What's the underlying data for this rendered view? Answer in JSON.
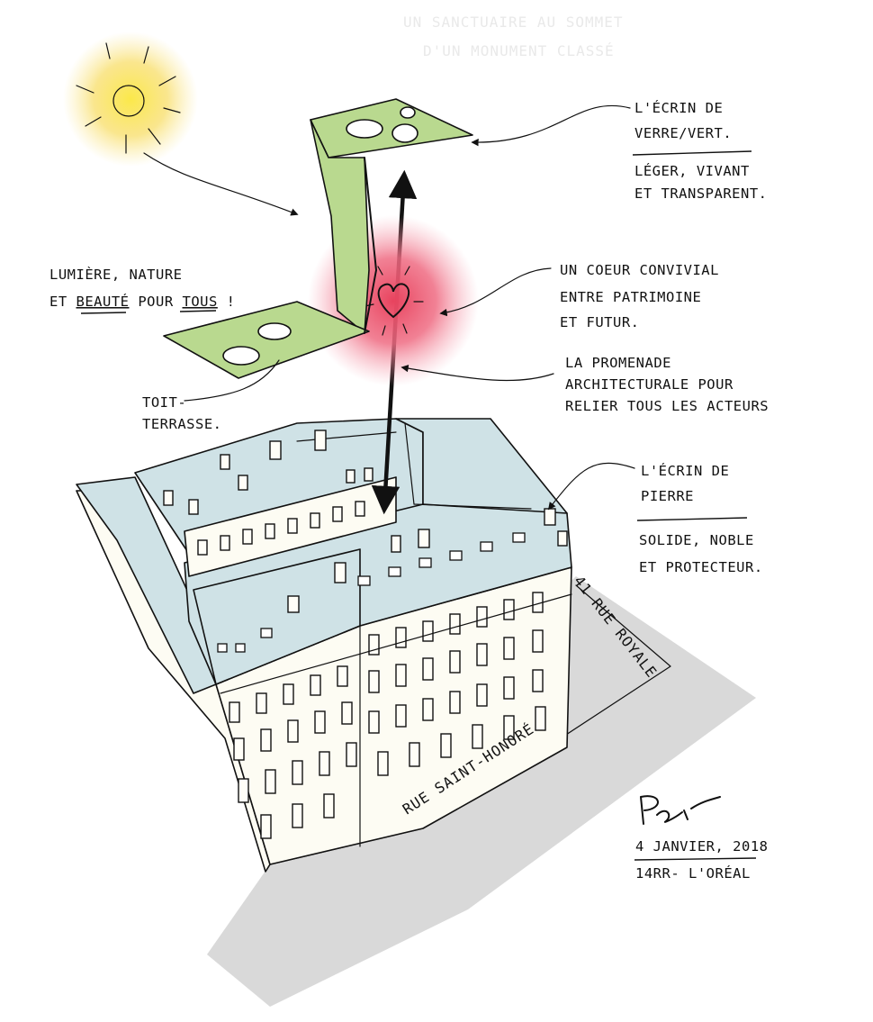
{
  "header": {
    "ghost_line1": "UN SANCTUAIRE AU SOMMET",
    "ghost_line2": "D'UN MONUMENT CLASSÉ"
  },
  "annotations": {
    "ecrin_verre_1": "L'ÉCRIN DE",
    "ecrin_verre_2": "VERRE/VERT.",
    "ecrin_verre_3": "LÉGER, VIVANT",
    "ecrin_verre_4": "ET TRANSPARENT.",
    "lumiere_1": "LUMIÈRE, NATURE",
    "lumiere_2a": "ET ",
    "lumiere_2b": "BEAUTÉ",
    "lumiere_2c": " POUR ",
    "lumiere_2d": "TOUS",
    "lumiere_2e": " !",
    "coeur_1": "UN COEUR CONVIVIAL",
    "coeur_2": "ENTRE PATRIMOINE",
    "coeur_3": "ET FUTUR.",
    "promenade_1": "LA PROMENADE",
    "promenade_2": "ARCHITECTURALE POUR",
    "promenade_3": "RELIER TOUS LES ACTEURS",
    "toit_1": "TOIT-",
    "toit_2": "TERRASSE.",
    "ecrin_pierre_1": "L'ÉCRIN DE",
    "ecrin_pierre_2": "PIERRE",
    "ecrin_pierre_3": "SOLIDE, NOBLE",
    "ecrin_pierre_4": "ET PROTECTEUR."
  },
  "streets": {
    "royale": "41 RUE ROYALE",
    "saint_honore": "RUE SAINT-HONORÉ"
  },
  "footer": {
    "date": "4 JANVIER, 2018",
    "credit": "14RR- L'ORÉAL"
  },
  "colors": {
    "sun": "#f7e06a",
    "heart_glow": "#e94a64",
    "greenery": "#b9d98f",
    "roof": "#cfe2e6",
    "facade": "#fdfcf3",
    "ground_shadow": "#d9d9d9",
    "ink": "#111111"
  }
}
